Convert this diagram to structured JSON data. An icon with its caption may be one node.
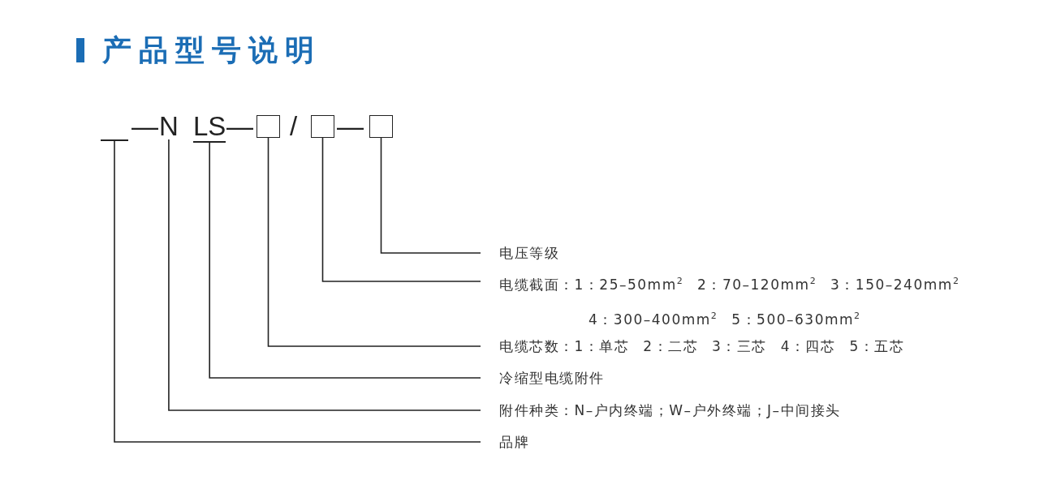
{
  "diagram": {
    "title": "产品型号说明",
    "nodes": [
      {
        "text": [],
        "shape": "bar"
      },
      {
        "text": [
          "N"
        ]
      },
      {
        "text": [
          "LS"
        ]
      },
      {
        "text": [],
        "shape": "box"
      },
      {
        "text": [],
        "shape": "box"
      },
      {
        "text": [],
        "shape": "box"
      },
      {
        "text": [
          "电压等级"
        ]
      },
      {
        "text": [
          "电缆截面：1：25–50mm$^{2}$ 2：70–120mm$^{2}$ 3：150–240mm$^{2}$ 4：300–400mm$^{2}$ 5：500–630mm$^{2}$"
        ]
      },
      {
        "text": [
          "电缆芯数：1：单芯 2：二芯 3：三芯 4：四芯 5：五芯"
        ]
      },
      {
        "text": [
          "冷缩型电缆附件"
        ]
      },
      {
        "text": [
          "附件种类：N–户内终端；W–户外终端；J–中间接头"
        ]
      },
      {
        "text": [
          "品牌"
        ]
      }
    ],
    "edges": [
      {
        "from": 0,
        "to": 11,
        "arrow": "none"
      },
      {
        "from": 1,
        "to": 10,
        "arrow": "none"
      },
      {
        "from": 2,
        "to": 9,
        "arrow": "none"
      },
      {
        "from": 3,
        "to": 8,
        "arrow": "none"
      },
      {
        "from": 4,
        "to": 7,
        "arrow": "none"
      },
      {
        "from": 5,
        "to": 6,
        "arrow": "none"
      }
    ],
    "labels": [
      "—",
      "—",
      "/",
      "—"
    ]
  }
}
